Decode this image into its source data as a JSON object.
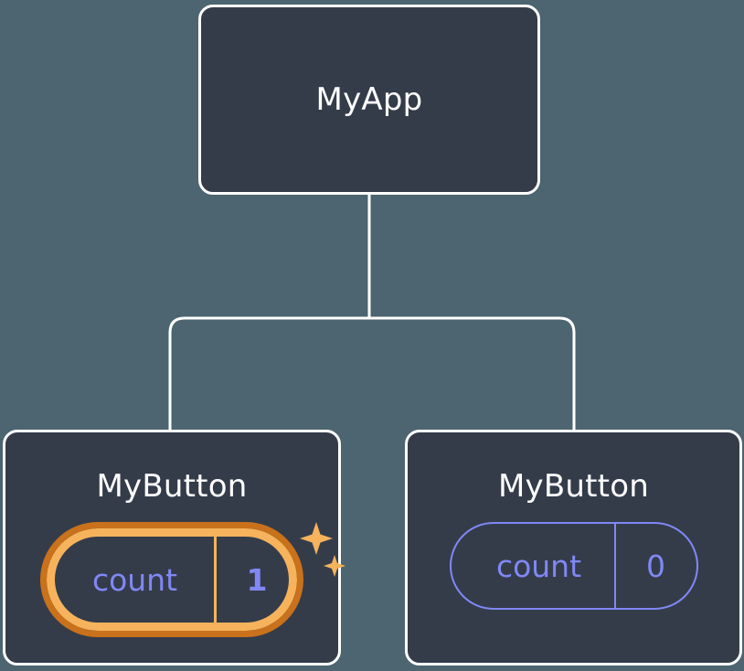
{
  "diagram": {
    "title": "Component tree with highlighted state",
    "background_color": "#4c6570",
    "node_fill_color": "#343c4a",
    "node_border_color": "#ffffff",
    "edge_color": "#ffffff",
    "state_text_color": "#8088f5",
    "highlight_outer_color": "#c9711b",
    "highlight_inner_color": "#f6b35c",
    "sparkle_color": "#f6b35c"
  },
  "root": {
    "label": "MyApp"
  },
  "children": [
    {
      "label": "MyButton",
      "state": {
        "key": "count",
        "value": "1"
      },
      "highlighted": "true",
      "sparkle_1_name": "sparkle-large-icon",
      "sparkle_2_name": "sparkle-small-icon"
    },
    {
      "label": "MyButton",
      "state": {
        "key": "count",
        "value": "0"
      },
      "highlighted": "false"
    }
  ],
  "edges": [
    {
      "from": "MyApp",
      "to": "MyButton (left)"
    },
    {
      "from": "MyApp",
      "to": "MyButton (right)"
    }
  ]
}
